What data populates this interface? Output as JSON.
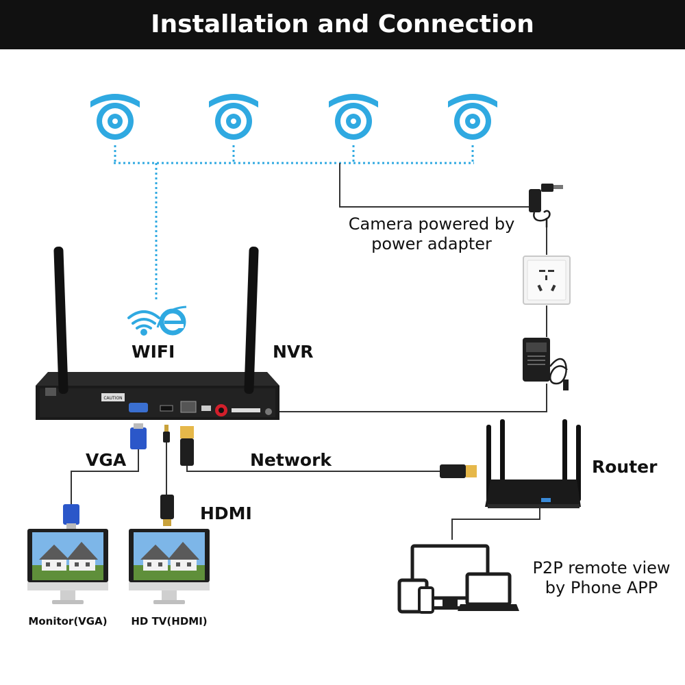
{
  "header": {
    "title": "Installation and Connection"
  },
  "labels": {
    "camera_power_line1": "Camera powered by",
    "camera_power_line2": "power adapter",
    "wifi": "WIFI",
    "nvr": "NVR",
    "vga": "VGA",
    "network": "Network",
    "router": "Router",
    "hdmi": "HDMI",
    "p2p_line1": "P2P remote view",
    "p2p_line2": "by Phone APP",
    "monitor_vga": "Monitor(VGA)",
    "hd_tv_hdmi": "HD TV(HDMI)"
  },
  "nvr_panel": {
    "caution": "CAUTION"
  },
  "colors": {
    "header_bg": "#111111",
    "camera_blue": "#2fa9e1",
    "wifi_line": "#2fa9e1",
    "cable": "#333333",
    "device_dark": "#1e1e1e",
    "vga_blue": "#2b57c9"
  },
  "icons": [
    "dome-camera-icon",
    "power-adapter-icon",
    "wall-socket-icon",
    "wifi-icon",
    "ie-browser-icon",
    "nvr-recorder-icon",
    "vga-plug-icon",
    "hdmi-plug-icon",
    "rj45-plug-icon",
    "router-icon",
    "monitor-icon",
    "tv-icon",
    "tablet-icon",
    "phone-icon",
    "laptop-icon",
    "desktop-icon"
  ]
}
